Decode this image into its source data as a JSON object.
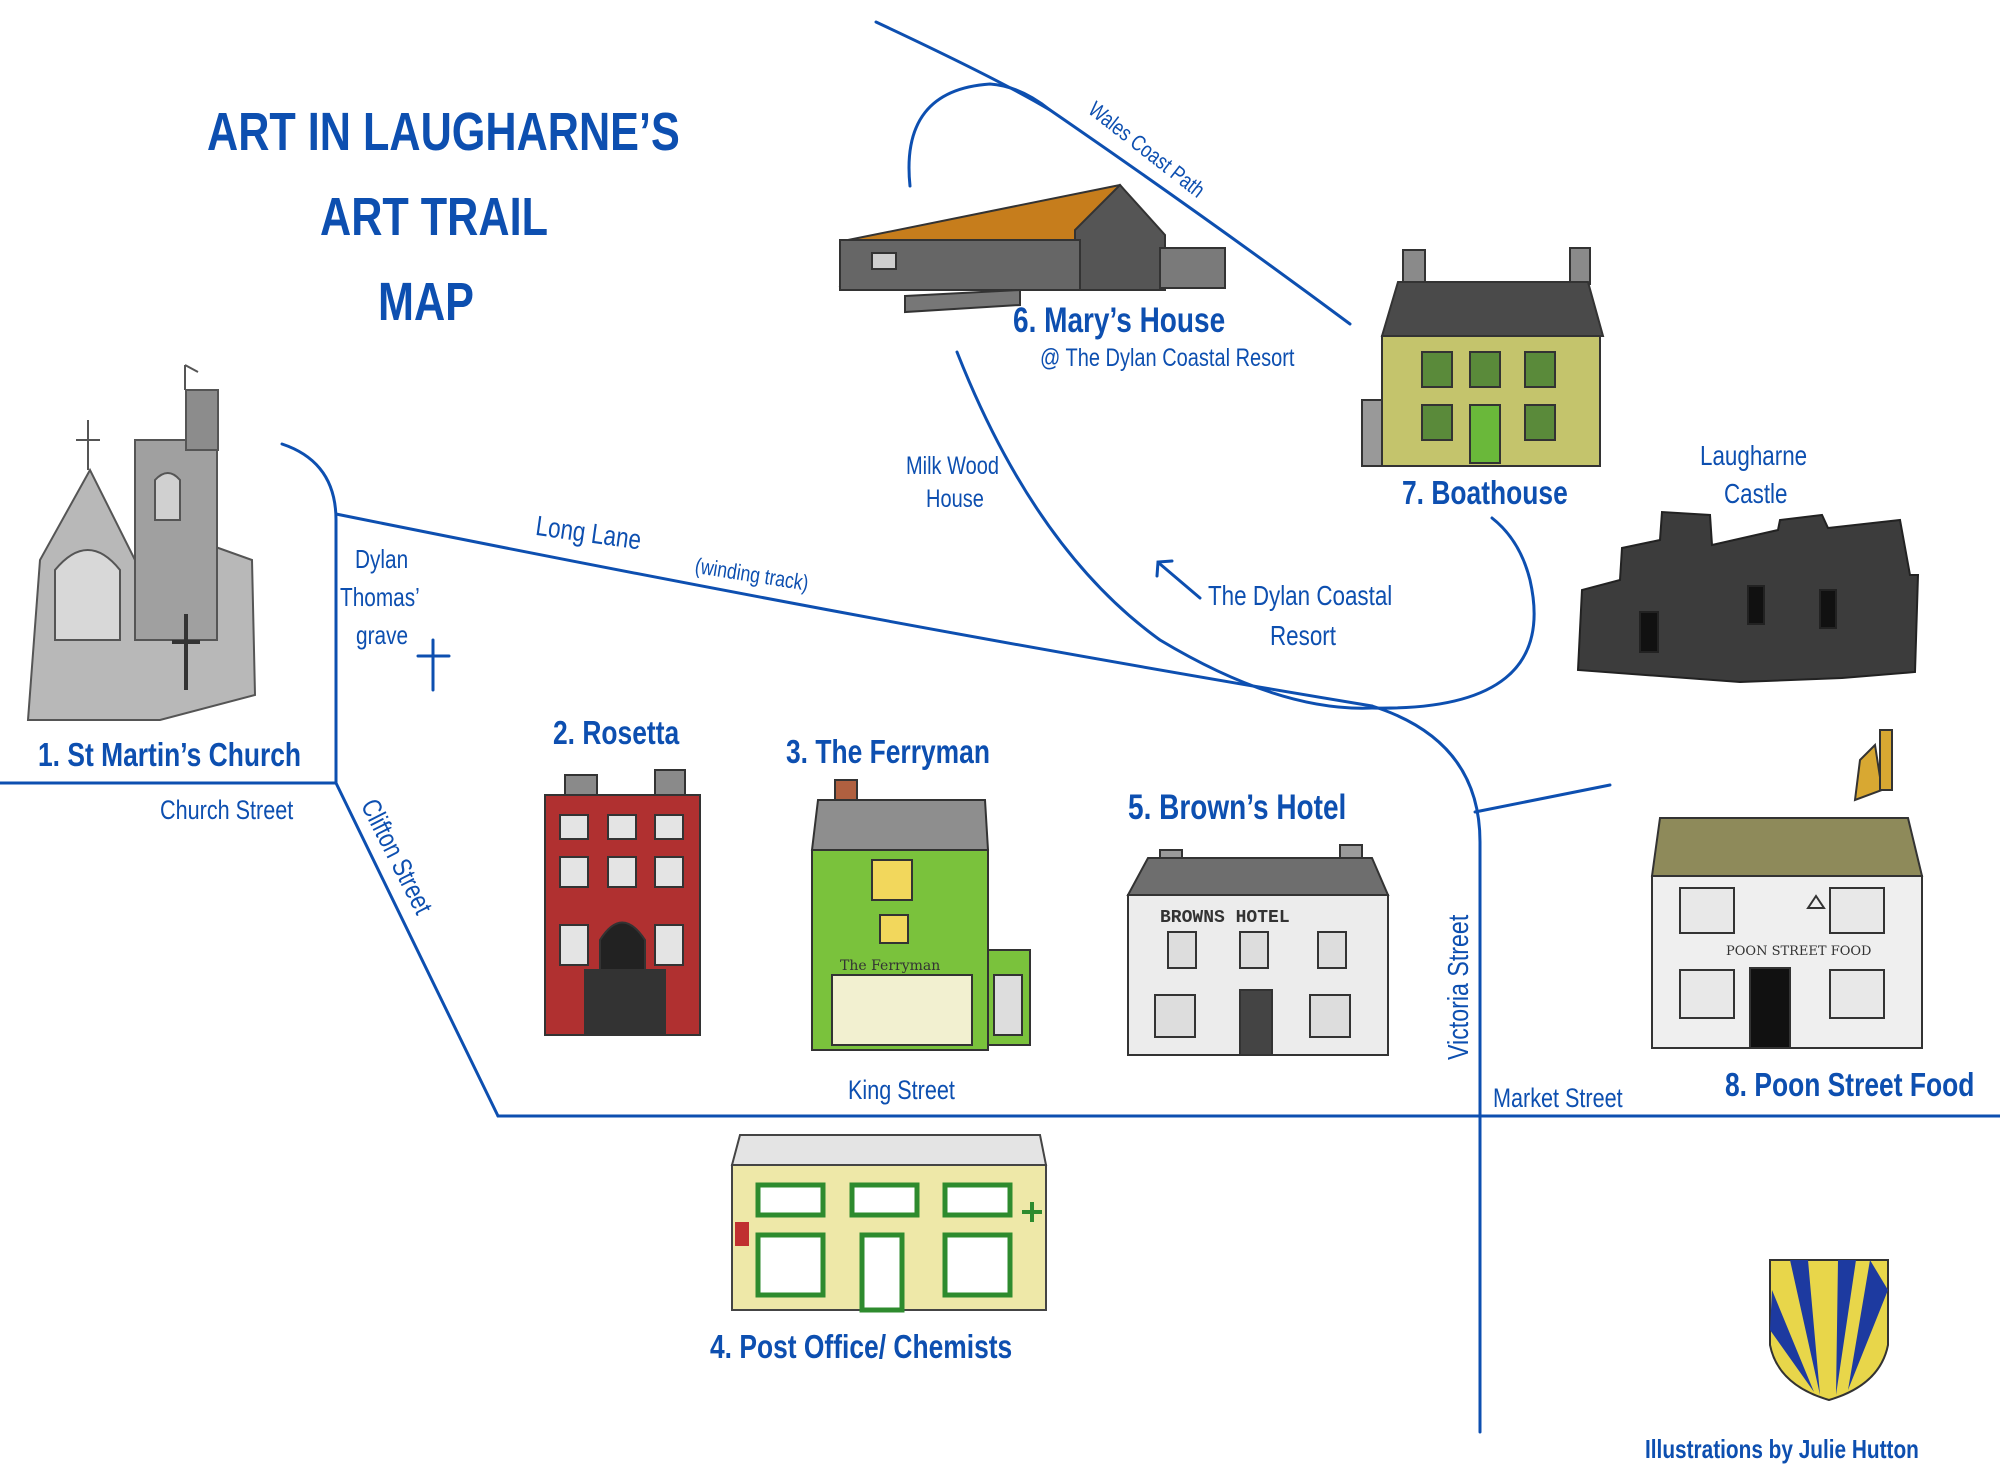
{
  "map": {
    "title_lines": [
      "ART IN LAUGHARNE’S",
      "ART TRAIL",
      "MAP"
    ],
    "credit": "Illustrations by Julie Hutton",
    "colors": {
      "ink": "#0d4fb0",
      "background": "#ffffff"
    },
    "locations": [
      {
        "label": "1. St Martin’s Church",
        "icon": "church-illustration"
      },
      {
        "label": "2. Rosetta",
        "icon": "rosetta-illustration"
      },
      {
        "label": "3. The Ferryman",
        "icon": "ferryman-illustration"
      },
      {
        "label": "4. Post Office/ Chemists",
        "icon": "post-office-illustration"
      },
      {
        "label": "5. Brown’s Hotel",
        "icon": "browns-hotel-illustration"
      },
      {
        "label": "6. Mary’s House",
        "note": "@ The Dylan Coastal Resort",
        "icon": "marys-house-illustration"
      },
      {
        "label": "7. Boathouse",
        "icon": "boathouse-illustration"
      },
      {
        "label": "8. Poon Street Food",
        "icon": "poon-street-food-illustration"
      }
    ],
    "streets": {
      "church_street": "Church Street",
      "clifton_street": "Clifton Street",
      "king_street": "King Street",
      "market_street": "Market Street",
      "victoria_street": "Victoria Street",
      "long_lane": "Long Lane",
      "winding_track": "(winding track)",
      "wales_coast_path": "Wales Coast Path"
    },
    "landmarks": {
      "grave": [
        "Dylan",
        "Thomas’",
        "grave"
      ],
      "milk_wood": [
        "Milk Wood",
        "House"
      ],
      "coastal_resort": [
        "The Dylan Coastal",
        "Resort"
      ],
      "castle": [
        "Laugharne",
        "Castle"
      ]
    },
    "illustration_text": {
      "browns_sign": "BROWNS HOTEL",
      "ferryman_sign": "The Ferryman",
      "poon_sign": "POON STREET FOOD"
    }
  }
}
